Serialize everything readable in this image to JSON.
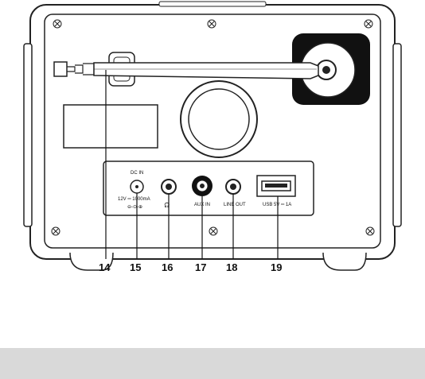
{
  "callouts": [
    "14",
    "15",
    "16",
    "17",
    "18",
    "19"
  ],
  "port_labels": {
    "dc_in": "DC IN",
    "dc_spec": "12V ═ 1000mA",
    "dc_polarity": "⊖-⊙-⊕",
    "headphone_symbol": "🎧",
    "aux_in": "AUX IN",
    "line_out": "LINE OUT",
    "usb": "USB  5V ═ 1A"
  }
}
